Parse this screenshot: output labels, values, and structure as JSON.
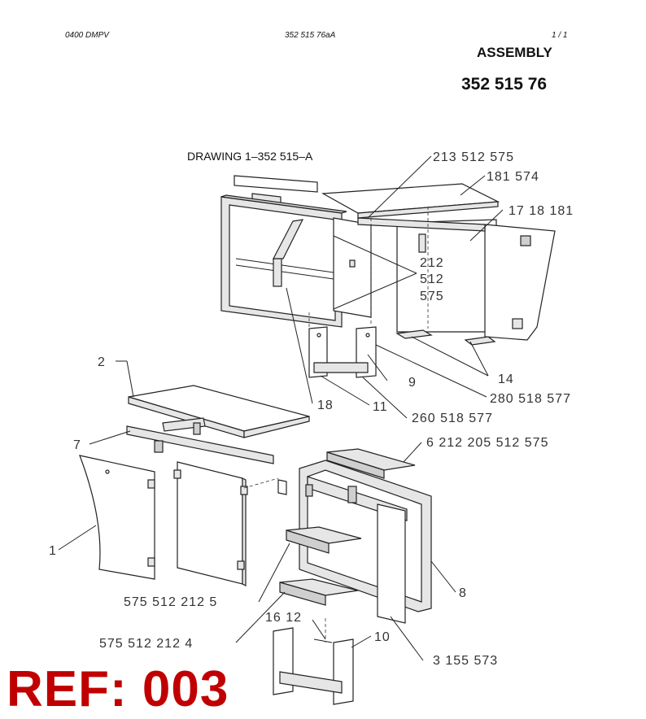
{
  "header": {
    "doc_code": "0400 DMPV",
    "drawing_code": "352 515 76aA",
    "page": "1 /  1"
  },
  "title": {
    "line1": "ASSEMBLY",
    "line2": "352 515 76"
  },
  "drawing_label": "DRAWING 1–352 515–A",
  "callouts": {
    "c_213": "213 512 575",
    "c_181": "181 574",
    "c_17": "17 18 181",
    "c_212a": "212",
    "c_512a": "512",
    "c_575a": "575",
    "c_14": "14",
    "c_9": "9",
    "c_280": "280 518 577",
    "c_260": "260 518 577",
    "c_11": "11",
    "c_18": "18",
    "c_2": "2",
    "c_7": "7",
    "c_6": "6   212 205 512 575",
    "c_1": "1",
    "c_8": "8",
    "c_5": "575 512 212   5",
    "c_4": "575 512 212   4",
    "c_1612": "16 12",
    "c_10": "10",
    "c_3": "3   155 573"
  },
  "reference": "REF: 003"
}
